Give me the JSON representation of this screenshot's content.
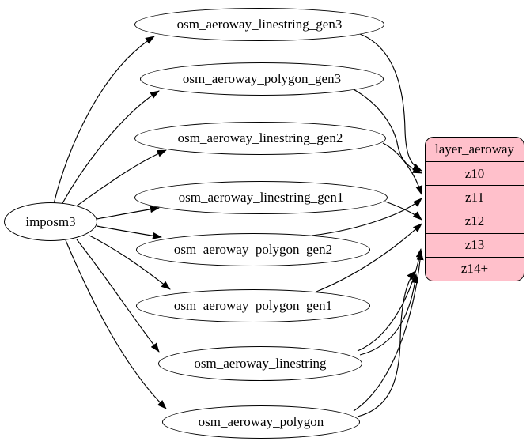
{
  "diagram": {
    "type": "etl-graph",
    "background": "#ffffff",
    "stroke_color": "#000000",
    "node_fill": "#ffffff",
    "record_fill": "#ffc0cb"
  },
  "source": {
    "label": "imposm3"
  },
  "tables": [
    {
      "label": "osm_aeroway_linestring_gen3"
    },
    {
      "label": "osm_aeroway_polygon_gen3"
    },
    {
      "label": "osm_aeroway_linestring_gen2"
    },
    {
      "label": "osm_aeroway_linestring_gen1"
    },
    {
      "label": "osm_aeroway_polygon_gen2"
    },
    {
      "label": "osm_aeroway_polygon_gen1"
    },
    {
      "label": "osm_aeroway_linestring"
    },
    {
      "label": "osm_aeroway_polygon"
    }
  ],
  "layer": {
    "title": "layer_aeroway",
    "zoom_rows": [
      {
        "label": "z10"
      },
      {
        "label": "z11"
      },
      {
        "label": "z12"
      },
      {
        "label": "z13"
      },
      {
        "label": "z14+"
      }
    ]
  },
  "edges": [
    {
      "from": "imposm3",
      "to": "osm_aeroway_linestring_gen3"
    },
    {
      "from": "imposm3",
      "to": "osm_aeroway_polygon_gen3"
    },
    {
      "from": "imposm3",
      "to": "osm_aeroway_linestring_gen2"
    },
    {
      "from": "imposm3",
      "to": "osm_aeroway_linestring_gen1"
    },
    {
      "from": "imposm3",
      "to": "osm_aeroway_polygon_gen2"
    },
    {
      "from": "imposm3",
      "to": "osm_aeroway_polygon_gen1"
    },
    {
      "from": "imposm3",
      "to": "osm_aeroway_linestring"
    },
    {
      "from": "imposm3",
      "to": "osm_aeroway_polygon"
    },
    {
      "from": "osm_aeroway_linestring_gen3",
      "to": "layer_aeroway:z10"
    },
    {
      "from": "osm_aeroway_polygon_gen3",
      "to": "layer_aeroway:z10"
    },
    {
      "from": "osm_aeroway_linestring_gen2",
      "to": "layer_aeroway:z11"
    },
    {
      "from": "osm_aeroway_polygon_gen2",
      "to": "layer_aeroway:z11"
    },
    {
      "from": "osm_aeroway_linestring_gen1",
      "to": "layer_aeroway:z12"
    },
    {
      "from": "osm_aeroway_polygon_gen1",
      "to": "layer_aeroway:z12"
    },
    {
      "from": "osm_aeroway_linestring",
      "to": "layer_aeroway:z13"
    },
    {
      "from": "osm_aeroway_polygon",
      "to": "layer_aeroway:z13"
    },
    {
      "from": "osm_aeroway_linestring",
      "to": "layer_aeroway:z14+"
    },
    {
      "from": "osm_aeroway_polygon",
      "to": "layer_aeroway:z14+"
    }
  ]
}
